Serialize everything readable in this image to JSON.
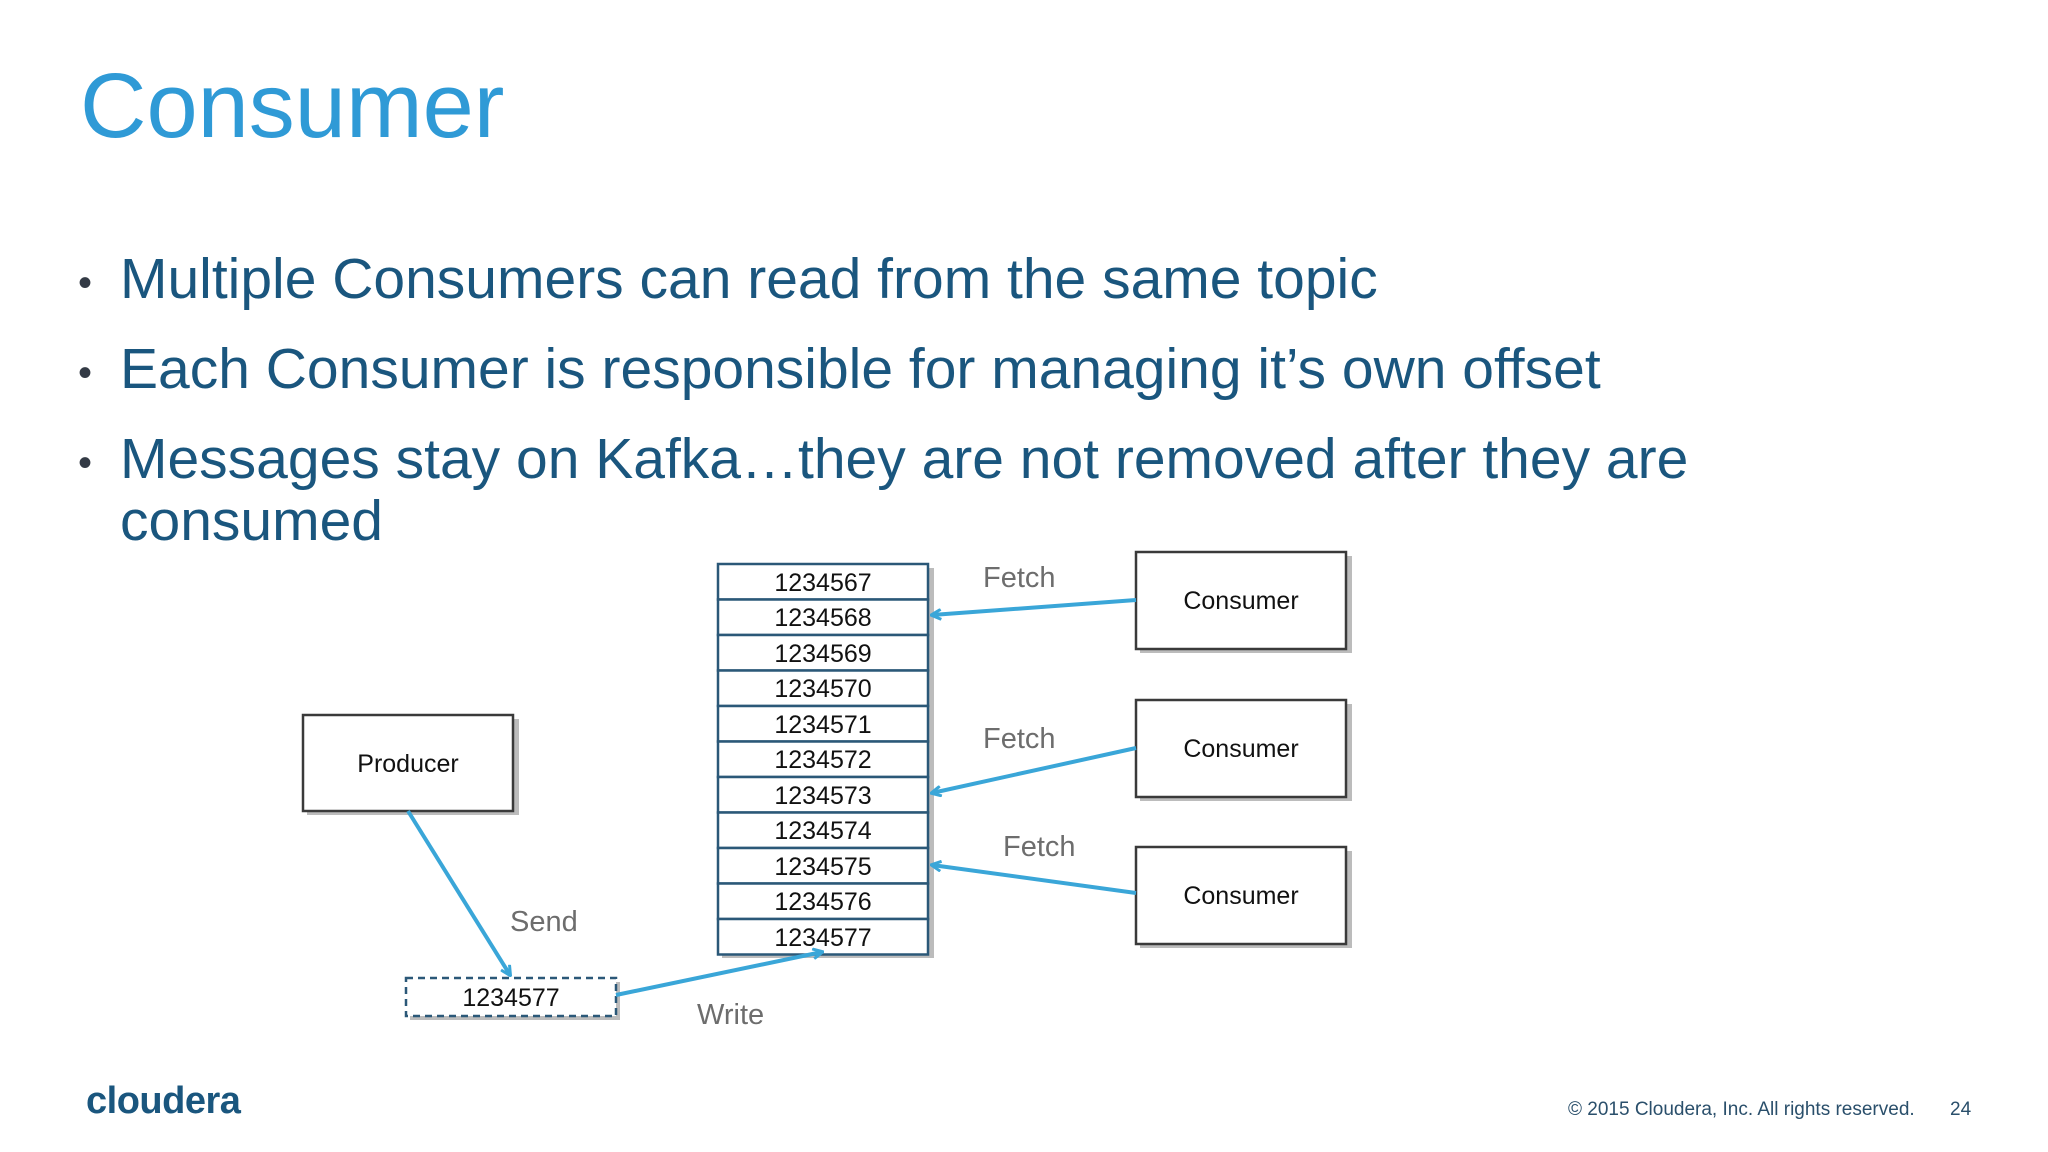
{
  "slide": {
    "title": "Consumer",
    "bullets": [
      "Multiple Consumers can read from the same topic",
      "Each Consumer is responsible for managing it’s own offset",
      "Messages stay on Kafka…they are not removed after they are consumed"
    ]
  },
  "diagram": {
    "producer_label": "Producer",
    "consumer_labels": [
      "Consumer",
      "Consumer",
      "Consumer"
    ],
    "log_offsets": [
      "1234567",
      "1234568",
      "1234569",
      "1234570",
      "1234571",
      "1234572",
      "1234573",
      "1234574",
      "1234575",
      "1234576",
      "1234577"
    ],
    "pending_message": "1234577",
    "edges": {
      "send": "Send",
      "write": "Write",
      "fetch_1": "Fetch",
      "fetch_2": "Fetch",
      "fetch_3": "Fetch"
    },
    "colors": {
      "arrow": "#3aa6d8",
      "title": "#2f9ad6",
      "text": "#1a567e"
    }
  },
  "footer": {
    "logo": "cloudera",
    "copyright": "© 2015 Cloudera, Inc. All rights reserved.",
    "page_number": "24"
  }
}
